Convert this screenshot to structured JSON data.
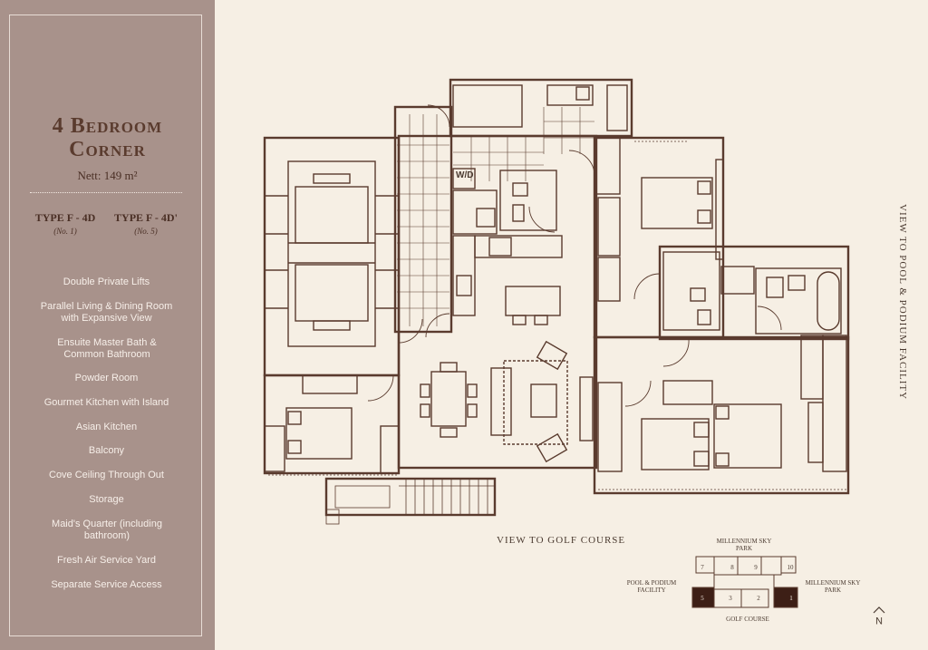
{
  "sidebar": {
    "title_line1": "4 Bedroom",
    "title_line2": "Corner",
    "nett": "Nett: 149 m²",
    "types": [
      {
        "name": "TYPE F - 4D",
        "no": "(No. 1)"
      },
      {
        "name": "TYPE F - 4D'",
        "no": "(No. 5)"
      }
    ],
    "features": [
      "Double Private Lifts",
      "Parallel Living & Dining Room with Expansive View",
      "Ensuite Master Bath & Common Bathroom",
      "Powder Room",
      "Gourmet Kitchen with Island",
      "Asian Kitchen",
      "Balcony",
      "Cove Ceiling Through Out",
      "Storage",
      "Maid's Quarter (including bathroom)",
      "Fresh Air Service Yard",
      "Separate Service Access"
    ]
  },
  "plan": {
    "wd_label": "W/D",
    "view_golf": "VIEW TO GOLF COURSE",
    "view_pool": "VIEW TO POOL & PODIUM FACILITY"
  },
  "keyplan": {
    "top_label": "MILLENNIUM SKY PARK",
    "left_label": "POOL & PODIUM FACILITY",
    "right_label": "MILLENNIUM SKY PARK",
    "bottom_label": "GOLF COURSE",
    "units_top": [
      "7",
      "8",
      "9",
      "10"
    ],
    "units_bottom": [
      "5",
      "3",
      "2",
      "1"
    ]
  },
  "north_label": "N",
  "colors": {
    "sidebar": "#a8928b",
    "paper": "#f6efe4",
    "line": "#5a3b2e",
    "highlight": "#3d1f16"
  }
}
